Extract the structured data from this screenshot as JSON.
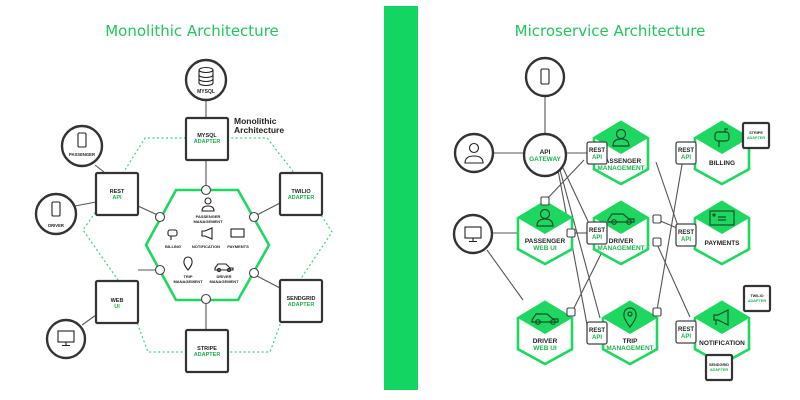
{
  "colors": {
    "accent": "#1ed760",
    "divider": "#13d662",
    "title": "#22c55e",
    "dark": "#333333"
  },
  "monolithic": {
    "title": "Monolithic Architecture",
    "annotation": [
      "Monolithic",
      "Architecture"
    ],
    "mysql": {
      "label": "MYSQL",
      "icon": "database-icon"
    },
    "clients": [
      {
        "label": "PASSENGER",
        "icon": "smartphone-icon"
      },
      {
        "label": "DRIVER",
        "icon": "smartphone-icon"
      },
      {
        "label": "",
        "icon": "monitor-icon"
      }
    ],
    "adapters": [
      {
        "line1": "MYSQL",
        "line2": "ADAPTER"
      },
      {
        "line1": "REST",
        "line2": "API"
      },
      {
        "line1": "TWILIO",
        "line2": "ADAPTER"
      },
      {
        "line1": "WEB",
        "line2": "UI"
      },
      {
        "line1": "SENDGRID",
        "line2": "ADAPTER"
      },
      {
        "line1": "STRIPE",
        "line2": "ADAPTER"
      }
    ],
    "core_modules": [
      {
        "line1": "PASSENGER",
        "line2": "MANAGEMENT",
        "icon": "user-icon"
      },
      {
        "line1": "BILLING",
        "line2": "",
        "icon": "mailbox-icon"
      },
      {
        "line1": "NOTIFICATION",
        "line2": "",
        "icon": "megaphone-icon"
      },
      {
        "line1": "PAYMENTS",
        "line2": "",
        "icon": "credit-card-icon"
      },
      {
        "line1": "TRIP",
        "line2": "MANAGEMENT",
        "icon": "map-pin-icon"
      },
      {
        "line1": "DRIVER",
        "line2": "MANAGEMENT",
        "icon": "car-icon"
      }
    ]
  },
  "microservice": {
    "title": "Microservice Architecture",
    "gateway": {
      "line1": "API",
      "line2": "GATEWAY"
    },
    "rest_api": {
      "line1": "REST",
      "line2": "API"
    },
    "services": [
      {
        "line1": "PASSENGER",
        "line2": "MANAGEMENT",
        "icon": "user-icon"
      },
      {
        "line1": "BILLING",
        "line2": "",
        "icon": "mailbox-icon"
      },
      {
        "line1": "PASSENGER",
        "line2": "WEB UI",
        "icon": "user-icon"
      },
      {
        "line1": "DRIVER",
        "line2": "MANAGEMENT",
        "icon": "car-icon"
      },
      {
        "line1": "PAYMENTS",
        "line2": "",
        "icon": "credit-card-icon"
      },
      {
        "line1": "DRIVER",
        "line2": "WEB UI",
        "icon": "car-icon"
      },
      {
        "line1": "TRIP",
        "line2": "MANAGEMENT",
        "icon": "map-pin-icon"
      },
      {
        "line1": "NOTIFICATION",
        "line2": "",
        "icon": "megaphone-icon"
      }
    ],
    "adapters": [
      {
        "line1": "STRIPE",
        "line2": "ADAPTER"
      },
      {
        "line1": "TWILIO",
        "line2": "ADAPTER"
      },
      {
        "line1": "SENDGRID",
        "line2": "ADAPTER"
      }
    ]
  }
}
